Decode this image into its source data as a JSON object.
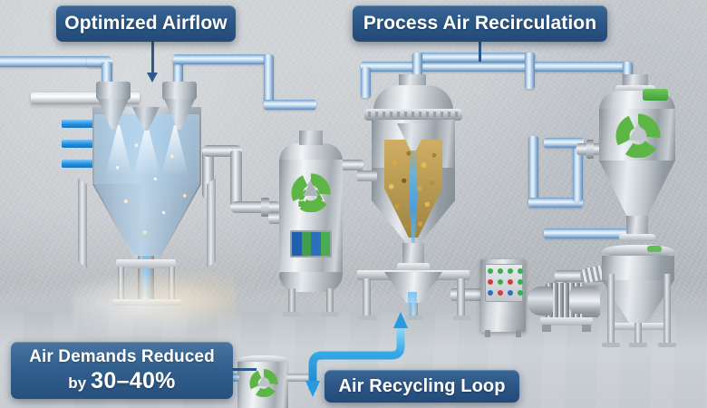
{
  "scene": {
    "title": "Industrial Air Recycling Process Diagram",
    "background_color": "#c5c9cb",
    "floor_color": "#ccd1d5",
    "accent_blue": "#2d5887",
    "pipe_blue": "#8fb8dd",
    "airflow_blue": "#1f8fe0",
    "recycle_green": "#5cb544",
    "steel_color": "#c8ced3"
  },
  "labels": {
    "optimized_airflow": {
      "text": "Optimized Airflow",
      "color": "#ffffff",
      "background": "#2d5887"
    },
    "process_air_recirculation": {
      "text": "Process Air Recirculation",
      "color": "#ffffff",
      "background": "#2d5887"
    },
    "air_recycling_loop": {
      "text": "Air Recycling Loop",
      "color": "#ffffff",
      "background": "#2d5887"
    },
    "air_demands_reduced": {
      "line1": "Air Demands Reduced",
      "line2_prefix": "by ",
      "line2_value": "30–40%",
      "color": "#ffffff",
      "background": "#32608e"
    }
  },
  "equipment": [
    {
      "id": "spray-dryer",
      "name": "Spray Drying Chamber",
      "has_recycle_logo": false
    },
    {
      "id": "filter-tank",
      "name": "Vertical Filter Tank",
      "has_recycle_logo": true
    },
    {
      "id": "fluid-bed-dryer",
      "name": "Fluid Bed Dryer Cutaway",
      "has_recycle_logo": false
    },
    {
      "id": "control-cabinet",
      "name": "Control Cabinet",
      "has_recycle_logo": false
    },
    {
      "id": "blower-motor",
      "name": "Blower Motor",
      "has_recycle_logo": false
    },
    {
      "id": "cyclone-separator",
      "name": "Cyclone Separator",
      "has_recycle_logo": true
    },
    {
      "id": "collection-tank",
      "name": "Collection Tank",
      "has_recycle_logo": true
    }
  ],
  "gauge_panel": {
    "name": "Level Indicator Strips",
    "colors": [
      "#1f5fae",
      "#3f9e4a",
      "#2a70bd",
      "#49ab52"
    ]
  },
  "control_lamps": {
    "row1": [
      "#35b04a",
      "#35b04a",
      "#35b04a",
      "#35b04a"
    ],
    "row2": [
      "#d0403a",
      "#35b04a",
      "#d0403a",
      "#35b04a"
    ],
    "row3": [
      "#2f6fc0",
      "#d0403a",
      "#2f6fc0",
      "#35b04a"
    ]
  },
  "airflow_arrows": {
    "count": 3,
    "direction": "right",
    "color": "#1f8fe0"
  }
}
